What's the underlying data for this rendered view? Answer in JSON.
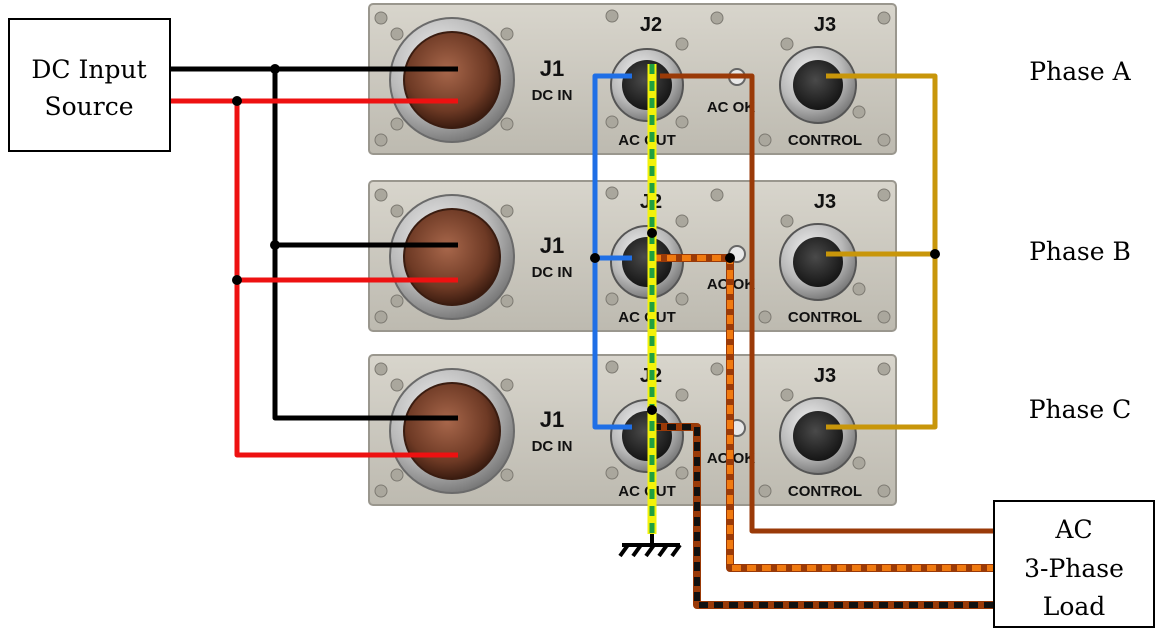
{
  "dc_source": {
    "line1": "DC Input",
    "line2": "Source"
  },
  "load": {
    "line1": "AC",
    "line2": "3-Phase",
    "line3": "Load"
  },
  "phases": [
    "Phase A",
    "Phase B",
    "Phase C"
  ],
  "panel_labels": {
    "j1": "J1",
    "dc_in": "DC IN",
    "j2": "J2",
    "ac_out": "AC OUT",
    "ac_ok": "AC OK",
    "j3": "J3",
    "control": "CONTROL"
  },
  "wire_colors": {
    "dc_negative": "#000000",
    "dc_positive": "#ee1111",
    "neutral": "#1f6fe6",
    "ground_base": "#f2f20a",
    "ground_stripe": "#20a040",
    "phase_a": "#9a3a08",
    "phase_b_stripe": "#f07a10",
    "phase_c_stripe": "#111111",
    "control": "#c8960a",
    "panel": "#c9c6bc",
    "panel_edge": "#9a978e"
  }
}
